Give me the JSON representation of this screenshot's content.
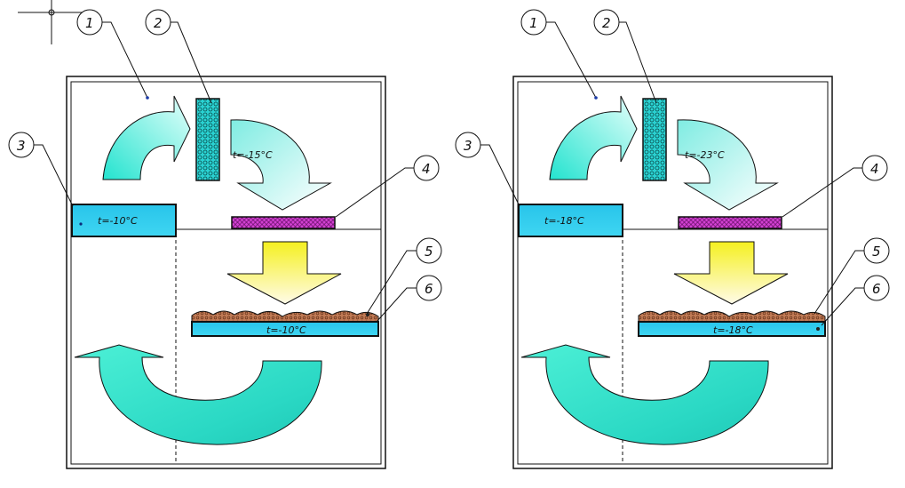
{
  "panels": [
    {
      "callouts": [
        "1",
        "2",
        "3",
        "4",
        "5",
        "6"
      ],
      "temp_cold_zone": "t=-15°C",
      "temp_box_left": "t=-10°C",
      "temp_tray": "t=-10°C"
    },
    {
      "callouts": [
        "1",
        "2",
        "3",
        "4",
        "5",
        "6"
      ],
      "temp_cold_zone": "t=-23°C",
      "temp_box_left": "t=-18°C",
      "temp_tray": "t=-18°C"
    }
  ],
  "colors": {
    "cyan_arrow": "#3fe0d0",
    "element_cyan": "#30c8e8",
    "pad_magenta": "#cc33cc",
    "yellow_arrow": "#f2ef40",
    "product_brown": "#b36b4a",
    "outline": "#111111"
  }
}
